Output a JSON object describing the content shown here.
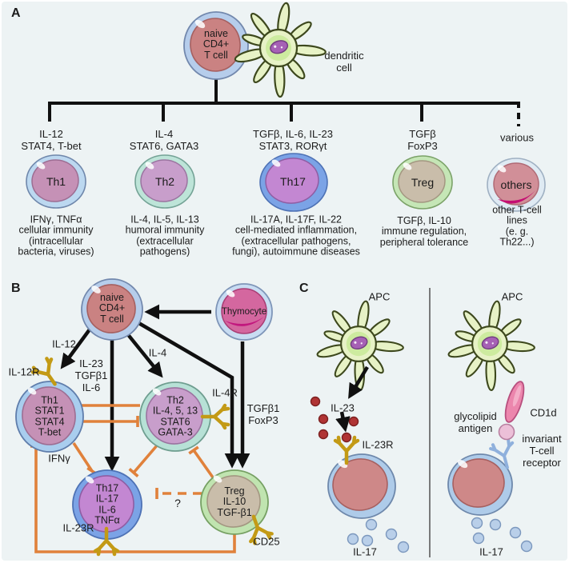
{
  "panelA": {
    "label": "A",
    "naive_cell": "naive\nCD4+\nT cell",
    "dendritic_label": "dendritic\ncell",
    "branches": [
      {
        "inducers": "IL-12\nSTAT4, T-bet",
        "cell": "Th1",
        "products": "IFNγ, TNFα\ncellular immunity\n(intracellular\nbacteria, viruses)"
      },
      {
        "inducers": "IL-4\nSTAT6, GATA3",
        "cell": "Th2",
        "products": "IL-4, IL-5, IL-13\nhumoral immunity\n(extracellular\npathogens)"
      },
      {
        "inducers": "TGFβ, IL-6, IL-23\nSTAT3, RORγt",
        "cell": "Th17",
        "products": "IL-17A, IL-17F, IL-22\ncell-mediated inflammation,\n(extracellular pathogens,\nfungi), autoimmune diseases"
      },
      {
        "inducers": "TGFβ\nFoxP3",
        "cell": "Treg",
        "products": "TGFβ, IL-10\nimmune regulation,\nperipheral tolerance"
      },
      {
        "inducers": "various",
        "cell": "others",
        "products": "other T-cell lines\n(e. g. Th22...)"
      }
    ]
  },
  "panelB": {
    "label": "B",
    "naive_cell": "naive\nCD4+\nT cell",
    "thymocyte": "Thymocyte",
    "cells": {
      "th1": "Th1\nSTAT1\nSTAT4\nT-bet",
      "th2": "Th2\nIL-4, 5, 13\nSTAT6\nGATA-3",
      "th17": "Th17\nIL-17\nIL-6\nTNFα",
      "treg": "Treg\nIL-10\nTGF-β1"
    },
    "signals": {
      "il12": "IL-12",
      "il23_tgfb1_il6": "IL-23\nTGFβ1\nIL-6",
      "il4": "IL-4",
      "tgfb1_foxp3": "TGFβ1\nFoxP3",
      "ifng": "IFNγ",
      "question_mark": "?"
    },
    "receptors": {
      "il12r": "IL-12R",
      "il4r": "IL-4R",
      "il23r": "IL-23R",
      "cd25": "CD25"
    }
  },
  "panelC": {
    "label": "C",
    "left": {
      "apc": "APC",
      "cytokine": "IL-23",
      "receptor": "IL-23R",
      "secreted": "IL-17"
    },
    "right": {
      "apc": "APC",
      "glycolipid": "glycolipid\nantigen",
      "cd1d": "CD1d",
      "receptor": "invariant\nT-cell\nreceptor",
      "secreted": "IL-17"
    }
  },
  "colors": {
    "background": "#edf3f4",
    "inhibition_orange": "#e0813b",
    "arrow_black": "#101010",
    "receptor_yellow": "#c39a15",
    "il23_dot_red": "#b03434",
    "il17_dot_blue": "#b9cfe9"
  }
}
